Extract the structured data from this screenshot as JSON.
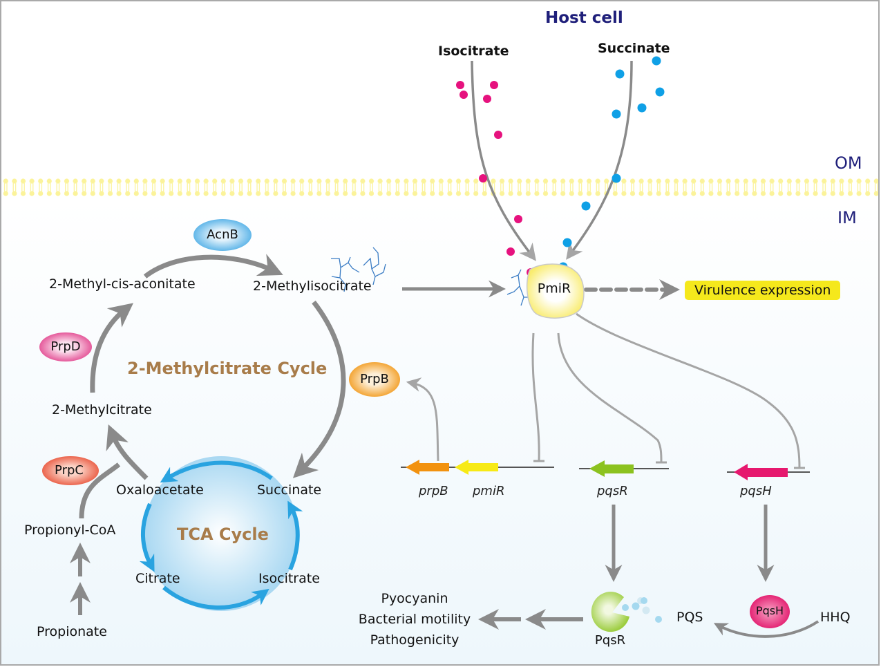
{
  "regions": {
    "host_cell": "Host cell",
    "outer_membrane": "OM",
    "inner_membrane": "IM"
  },
  "external_metabolites": {
    "isocitrate": "Isocitrate",
    "succinate": "Succinate"
  },
  "methylcitrate_cycle": {
    "title": "2-Methylcitrate Cycle",
    "nodes": {
      "methyl_cis_aconitate": "2-Methyl-cis-aconitate",
      "methylisocitrate": "2-Methylisocitrate",
      "methylcitrate": "2-Methylcitrate"
    }
  },
  "tca_cycle": {
    "title": "TCA Cycle",
    "nodes": {
      "oxaloacetate": "Oxaloacetate",
      "succinate": "Succinate",
      "citrate": "Citrate",
      "isocitrate": "Isocitrate"
    }
  },
  "precursors": {
    "propionyl_coa": "Propionyl-CoA",
    "propionate": "Propionate"
  },
  "enzymes": {
    "acnb": "AcnB",
    "prpd": "PrpD",
    "prpc": "PrpC",
    "prpb": "PrpB",
    "pmir": "PmiR",
    "pqsh": "PqsH",
    "pqsr": "PqsR"
  },
  "virulence_label": "Virulence expression",
  "genes": {
    "prpb": "prpB",
    "pmir": "pmiR",
    "pqsr": "pqsR",
    "pqsh": "pqsH"
  },
  "signals": {
    "pqs": "PQS",
    "hhq": "HHQ"
  },
  "outcomes": [
    "Pyocyanin",
    "Bacterial motility",
    "Pathogenicity"
  ],
  "colors": {
    "host_title": "#1f1f7a",
    "cycle_title": "#a87c4a",
    "isocitrate_dot": "#e6127e",
    "succinate_dot": "#0fa0e6",
    "membrane": "#fbf39a",
    "arrow_gray": "#8a8a8a",
    "tca_arrow": "#29a3e0",
    "virulence_bg": "#f5e81c",
    "gene_prpb": "#f2920f",
    "gene_pmir": "#f7ea16",
    "gene_pqsr": "#8cc21f",
    "gene_pqsh": "#e6186e"
  }
}
